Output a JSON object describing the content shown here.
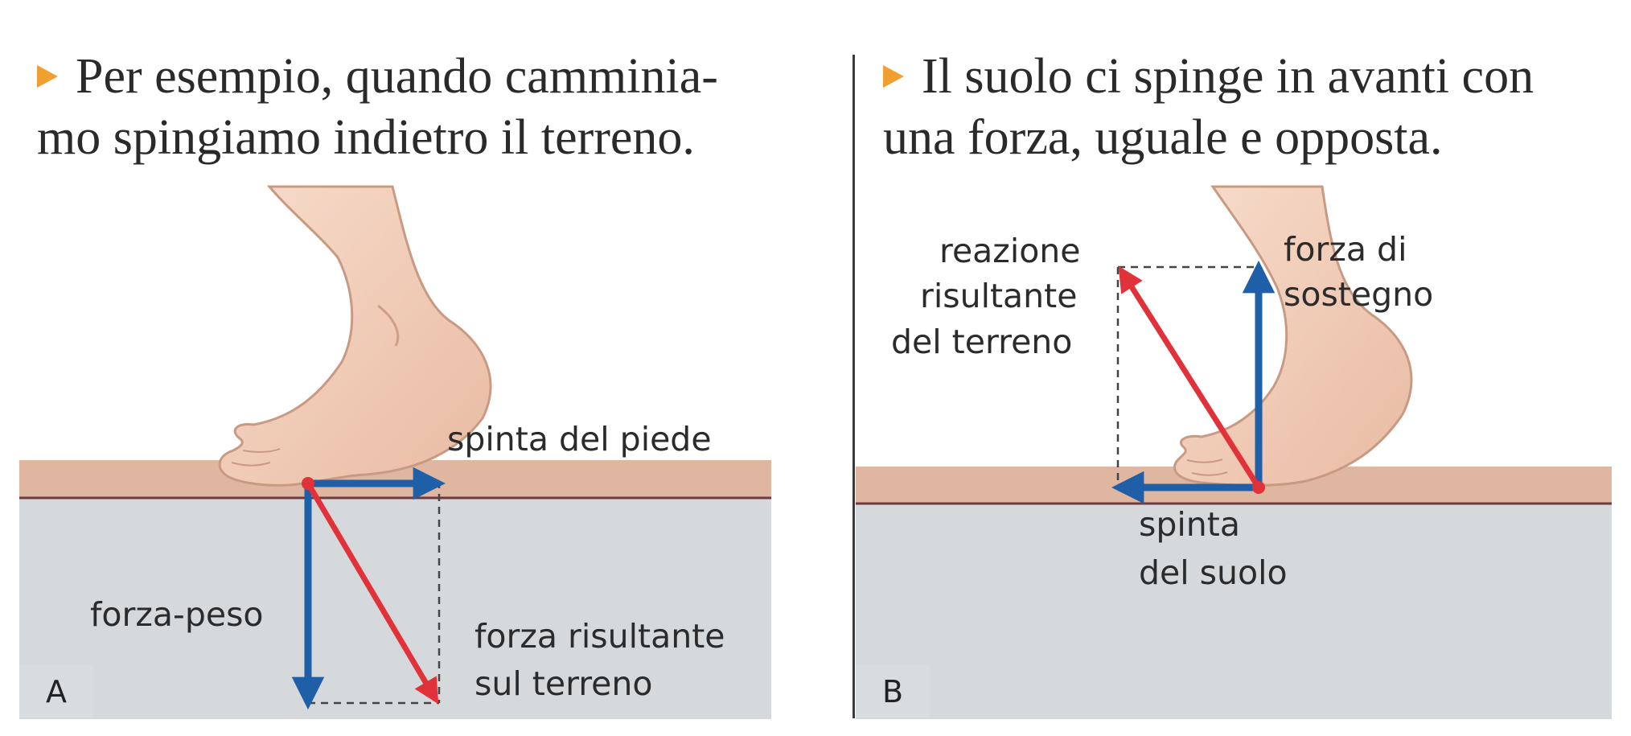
{
  "panel_a": {
    "caption_line1": "Per esempio, quando camminia-",
    "caption_line2": "mo spingiamo indietro il terreno.",
    "label_push_foot": "spinta del piede",
    "label_weight": "forza-peso",
    "label_resultant_line1": "forza risultante",
    "label_resultant_line2": "sul terreno",
    "corner_letter": "A"
  },
  "panel_b": {
    "caption_line1": "Il suolo ci spinge in avanti con",
    "caption_line2": "una forza, uguale e opposta.",
    "label_reaction_line1": "reazione",
    "label_reaction_line2": "risultante",
    "label_reaction_line3": "del terreno",
    "label_support_line1": "forza di",
    "label_support_line2": "sostegno",
    "label_ground_push_line1": "spinta",
    "label_ground_push_line2": "del suolo",
    "corner_letter": "B"
  },
  "colors": {
    "force_blue": "#1f5fa8",
    "resultant_red": "#e03238",
    "bullet_orange": "#f0a030",
    "soil_surface": "#dfb7a0",
    "ground_gray": "#d6d9dc"
  },
  "icons": [
    "bullet-triangle-icon",
    "foot-illustration"
  ]
}
